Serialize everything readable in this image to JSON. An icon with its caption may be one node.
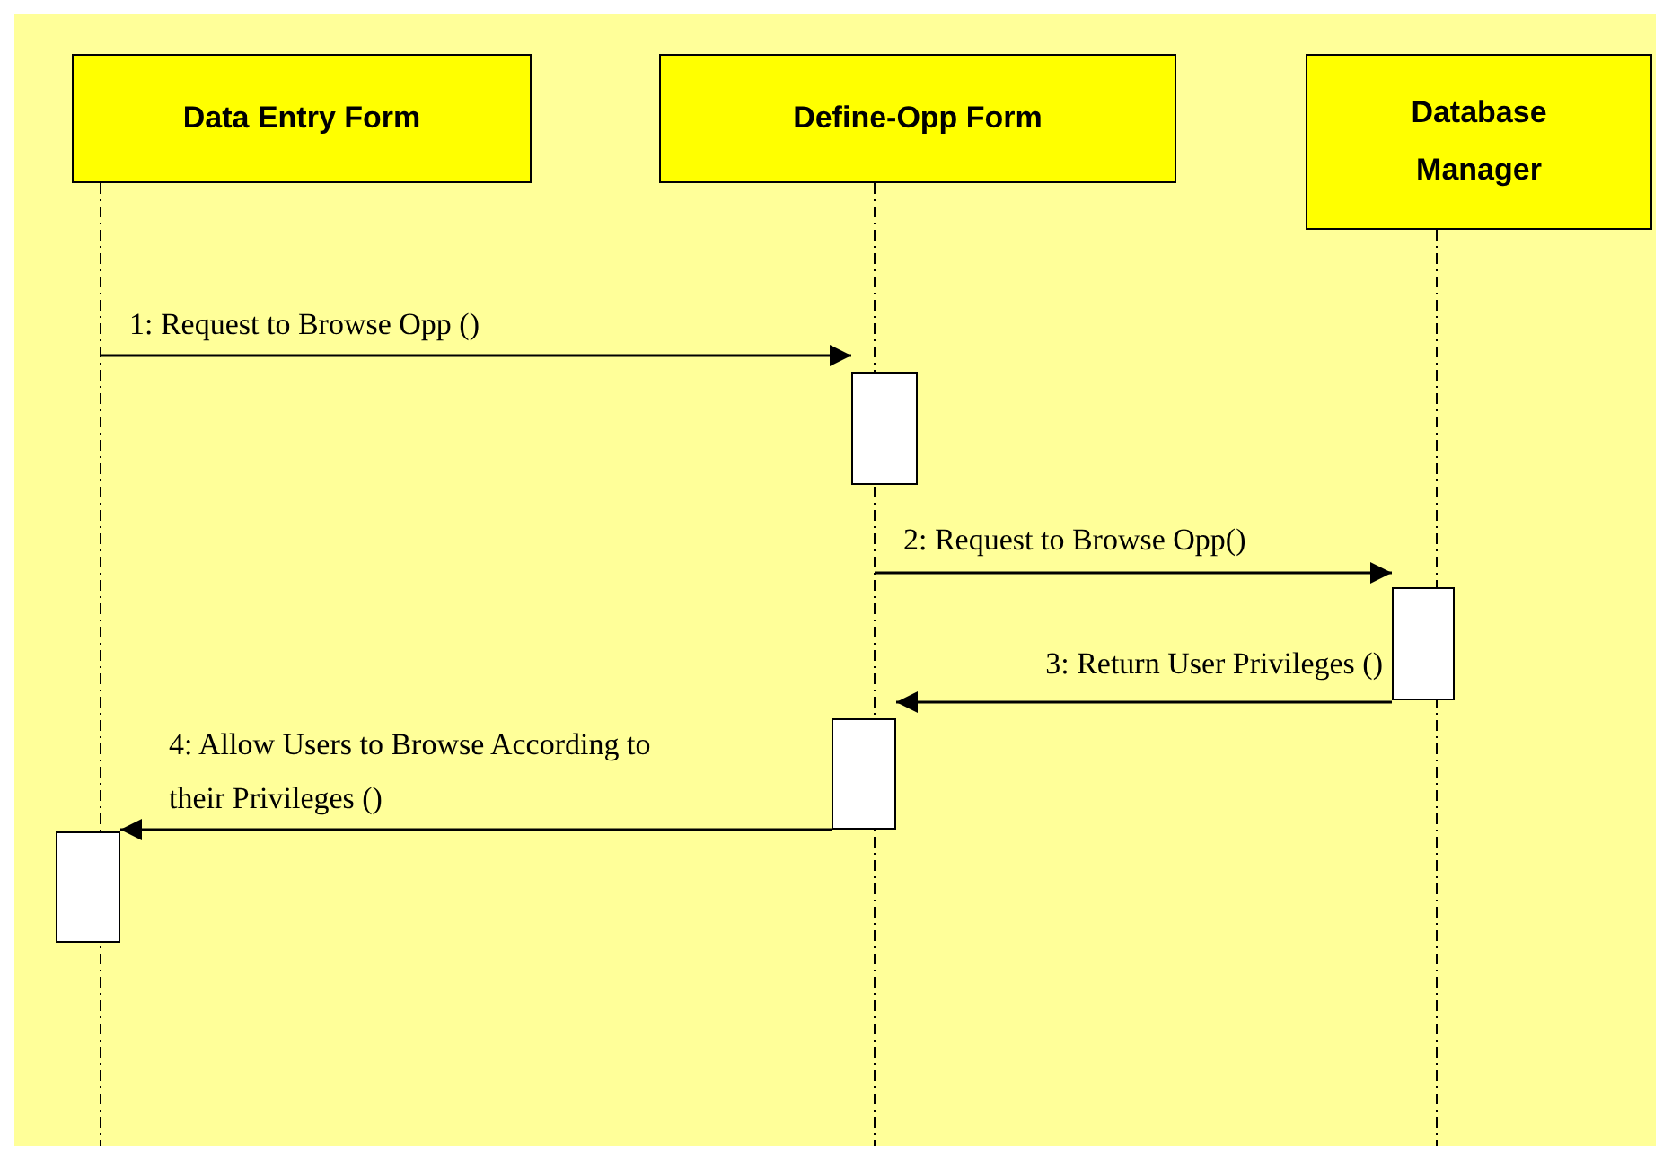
{
  "diagram": {
    "nodes": [
      {
        "text": [
          "Data Entry Form"
        ]
      },
      {
        "text": [
          "Define-Opp Form"
        ]
      },
      {
        "text": [
          "Database Manager"
        ]
      },
      {
        "text": [],
        "shape": "box"
      },
      {
        "text": [],
        "shape": "box"
      },
      {
        "text": [],
        "shape": "box"
      },
      {
        "text": [],
        "shape": "box"
      }
    ],
    "edges": [
      {
        "from": null,
        "to": 3,
        "arrow": "to",
        "label": "1: Request to Browse Opp ()"
      },
      {
        "from": null,
        "to": 4,
        "arrow": "to",
        "label": "2: Request to Browse Opp()"
      },
      {
        "from": 4,
        "to": 5,
        "arrow": "to",
        "label": "3: Return User Privileges ()"
      },
      {
        "from": 5,
        "to": 6,
        "arrow": "to",
        "label": "4: Allow Users to Browse According to their Privileges ()"
      }
    ]
  }
}
